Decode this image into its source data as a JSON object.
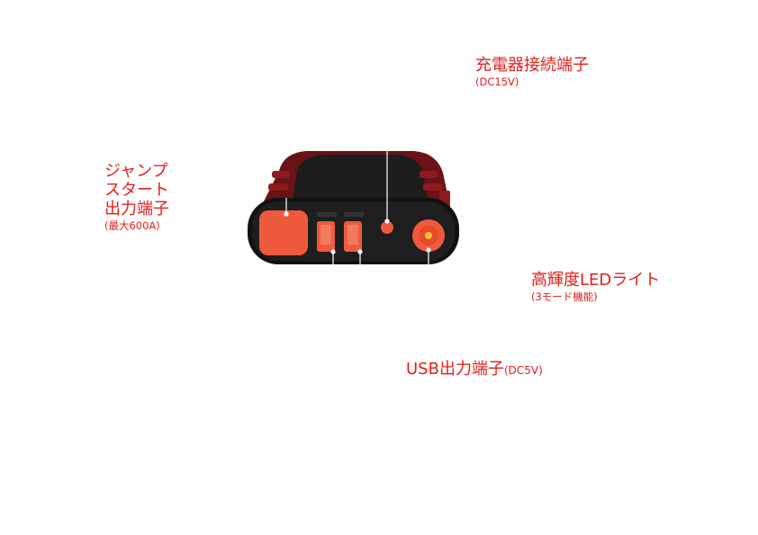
{
  "labels": {
    "jump_start": {
      "line1": "ジャンプ",
      "line2": "スタート",
      "line3": "出力端子",
      "sub": "(最大600A)"
    },
    "charger": {
      "main": "充電器接続端子",
      "sub": "(DC15V)"
    },
    "led": {
      "main": "高輝度LEDライト",
      "sub": "(3モード機能)"
    },
    "usb": {
      "main": "USB出力端子",
      "sub": "(DC5V)"
    }
  },
  "colors": {
    "label_red": "#e0201b",
    "device_body": "#151515",
    "device_shell_red": "#7a1418",
    "port_orange": "#f05a3c",
    "leader_line": "#ffffff"
  }
}
